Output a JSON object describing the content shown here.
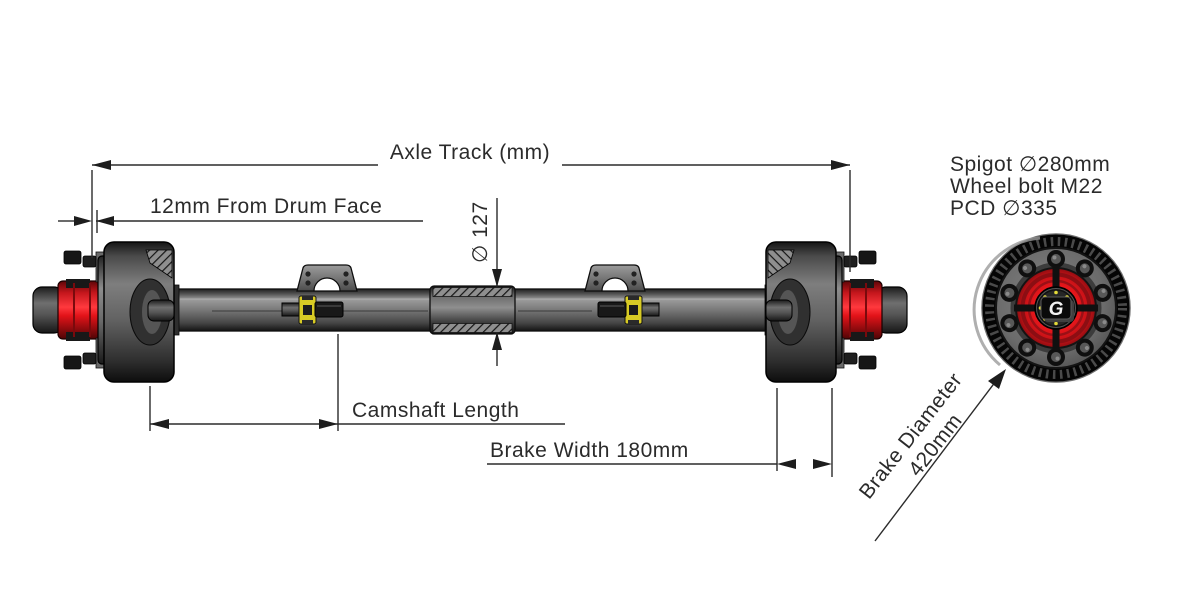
{
  "diagram": {
    "labels": {
      "axle_track": "Axle Track (mm)",
      "drum_face_offset": "12mm From Drum Face",
      "tube_diameter": "∅ 127",
      "camshaft_length": "Camshaft  Length",
      "brake_width": "Brake Width 180mm",
      "brake_diameter_line1": "Brake Diameter",
      "brake_diameter_line2": "420mm"
    },
    "hub_specs": {
      "spigot": "Spigot  ∅280mm",
      "wheel_bolt": "Wheel bolt M22",
      "pcd": "PCD  ∅335"
    },
    "hub_logo": "G",
    "colors": {
      "hub_red": "#e8161b",
      "cam_yellow": "#d8cb25",
      "metal_gray": "#6e6e6e",
      "line_color": "#2b2b2b",
      "background": "#ffffff"
    }
  }
}
